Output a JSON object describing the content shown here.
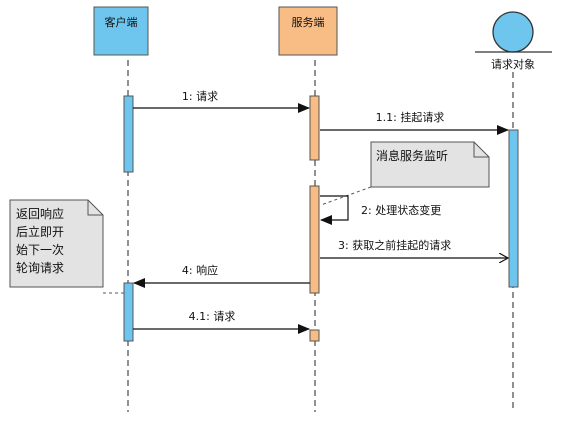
{
  "participants": {
    "client": {
      "label": "客户端"
    },
    "server": {
      "label": "服务端"
    },
    "request_object": {
      "label": "请求对象"
    }
  },
  "messages": {
    "m1": "1: 请求",
    "m1_1": "1.1: 挂起请求",
    "m2": "2: 处理状态变更",
    "m3": "3: 获取之前挂起的请求",
    "m4": "4: 响应",
    "m4_1": "4.1: 请求"
  },
  "notes": {
    "monitor": {
      "text": "消息服务监听"
    },
    "client_note": {
      "lines": [
        "返回响应",
        "后立即开",
        "始下一次",
        "轮询请求"
      ]
    }
  },
  "colors": {
    "client": "#6ec6ee",
    "server": "#f8bd85",
    "request_object": "#6ec6ee",
    "note_fill": "#e3e3e3"
  }
}
